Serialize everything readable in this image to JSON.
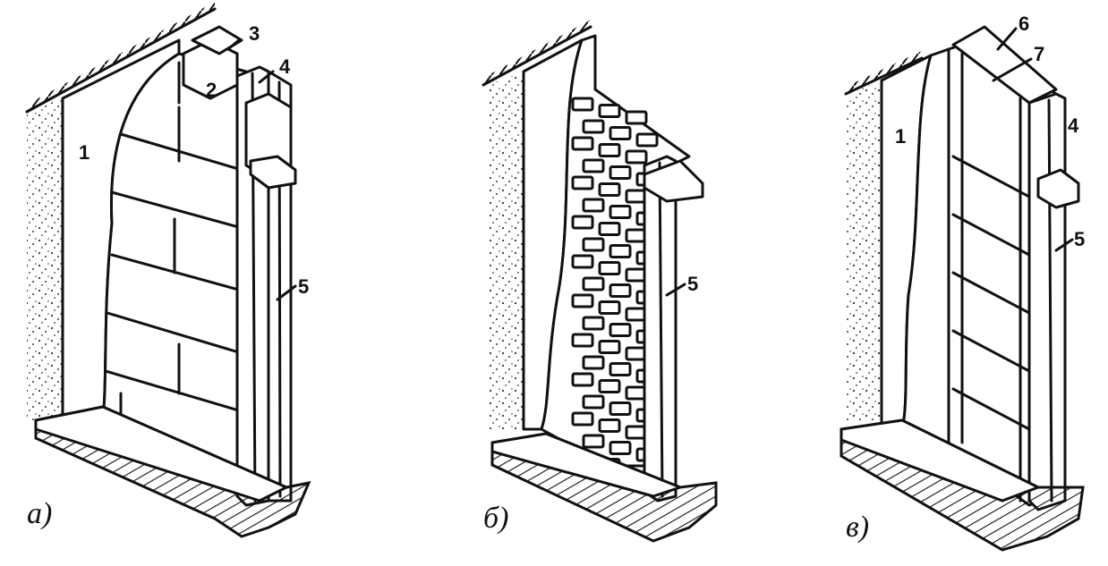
{
  "panels": [
    {
      "id": "a",
      "caption": "а)",
      "callouts": [
        "1",
        "2",
        "3",
        "4",
        "5"
      ]
    },
    {
      "id": "b",
      "caption": "б)",
      "callouts": [
        "5"
      ]
    },
    {
      "id": "c",
      "caption": "в)",
      "callouts": [
        "1",
        "6",
        "7",
        "4",
        "5"
      ]
    }
  ],
  "colors": {
    "ink": "#111111",
    "paper": "#ffffff"
  }
}
